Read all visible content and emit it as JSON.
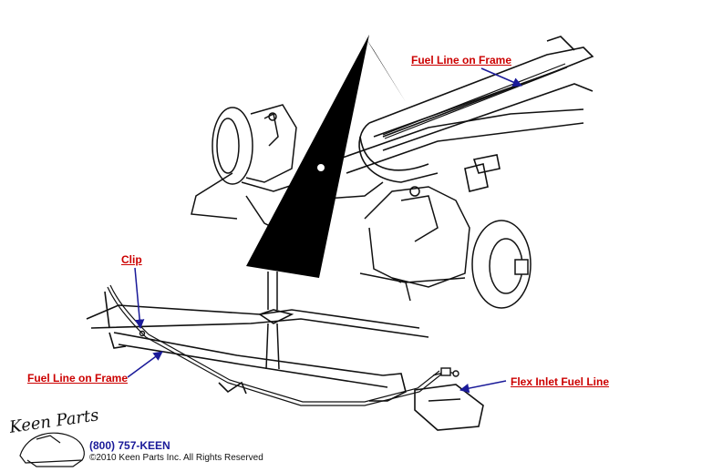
{
  "callouts": {
    "fuel_line_frame_top": "Fuel Line on Frame",
    "clip": "Clip",
    "fuel_line_frame_bottom": "Fuel Line on Frame",
    "flex_inlet": "Flex Inlet Fuel Line"
  },
  "footer": {
    "brand": "Keen Parts",
    "phone": "(800) 757-KEEN",
    "copyright": "©2010 Keen Parts Inc. All Rights Reserved"
  },
  "colors": {
    "callout": "#cc0000",
    "arrow": "#1a1a99",
    "ink": "#111111"
  }
}
